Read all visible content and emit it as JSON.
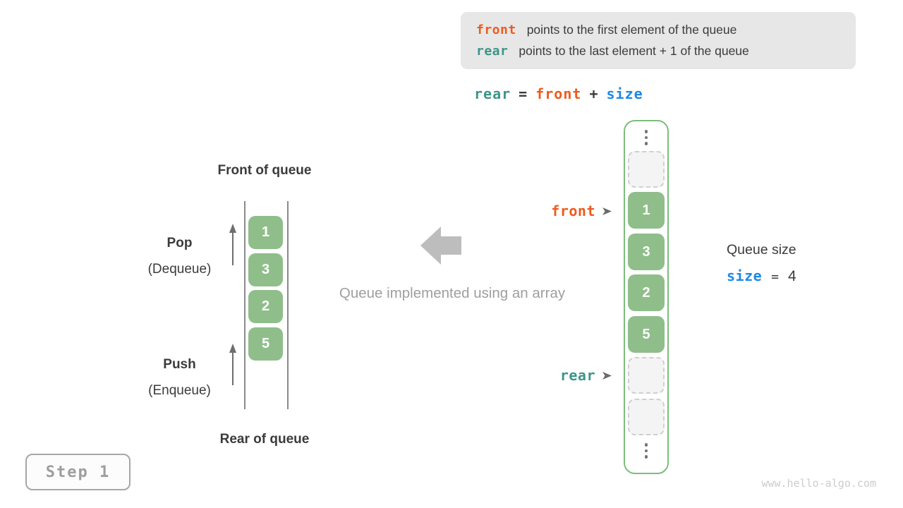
{
  "info_box": {
    "line1": {
      "keyword": "front",
      "description": "points to the first element of the queue"
    },
    "line2": {
      "keyword": "rear",
      "description": "points to the last element + 1 of the queue"
    }
  },
  "formula": {
    "lhs": "rear",
    "eq": "=",
    "op1": "front",
    "plus": "+",
    "op2": "size"
  },
  "left_queue": {
    "front_title": "Front of queue",
    "rear_title": "Rear of queue",
    "pop_label": "Pop",
    "pop_sublabel": "(Dequeue)",
    "push_label": "Push",
    "push_sublabel": "(Enqueue)",
    "values": [
      "1",
      "3",
      "2",
      "5"
    ]
  },
  "center": {
    "caption": "Queue implemented using an array"
  },
  "array": {
    "front_pointer": "front",
    "rear_pointer": "rear",
    "pointer_arrow_icon": "triangle-right",
    "ellipsis_icon": "vertical-dots",
    "cells": [
      {
        "type": "empty",
        "value": ""
      },
      {
        "type": "filled",
        "value": "1"
      },
      {
        "type": "filled",
        "value": "3"
      },
      {
        "type": "filled",
        "value": "2"
      },
      {
        "type": "filled",
        "value": "5"
      },
      {
        "type": "empty",
        "value": ""
      },
      {
        "type": "empty",
        "value": ""
      }
    ]
  },
  "queue_size": {
    "title": "Queue size",
    "variable": "size",
    "eq": "=",
    "value": "4"
  },
  "step_badge": {
    "label": "Step 1"
  },
  "watermark": "www.hello-algo.com",
  "colors": {
    "front_orange": "#ee5b1e",
    "rear_teal": "#3d9488",
    "size_blue": "#1e88e5",
    "cell_green": "#8fbe8b",
    "array_border_green": "#7cbd7c",
    "empty_cell_gray": "#f4f4f4",
    "text_dark": "#3b3b3b",
    "muted_gray": "#9e9e9e",
    "big_arrow_gray": "#bdbdbd"
  }
}
